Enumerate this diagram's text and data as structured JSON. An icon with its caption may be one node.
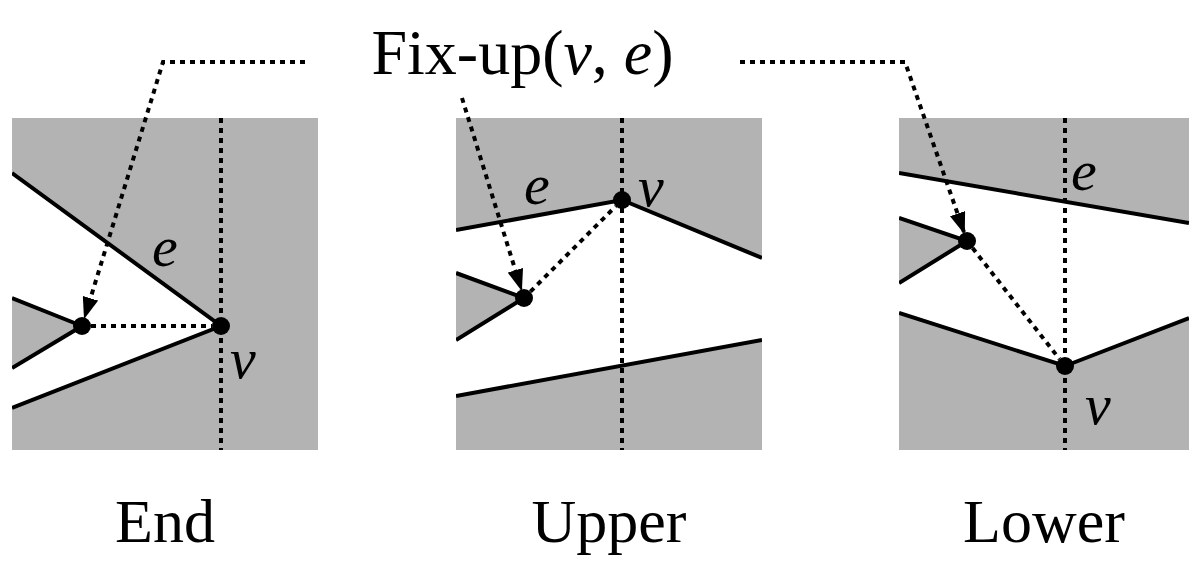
{
  "diagram": {
    "nodes": [
      {
        "text": [
          "Fix-up(*v*, *e*)"
        ]
      },
      {
        "text": [
          "e",
          "v"
        ],
        "beside": [
          "End"
        ]
      },
      {
        "text": [],
        "shape": "circle",
        "in": 1
      },
      {
        "text": [],
        "shape": "circle",
        "in": 1
      },
      {
        "text": [
          "e",
          "v"
        ],
        "beside": [
          "Upper"
        ]
      },
      {
        "text": [],
        "shape": "circle",
        "in": 4
      },
      {
        "text": [],
        "shape": "circle",
        "in": 4
      },
      {
        "text": [
          "e",
          "v"
        ],
        "beside": [
          "Lower"
        ]
      },
      {
        "text": [],
        "shape": "circle",
        "in": 7
      },
      {
        "text": [],
        "shape": "circle",
        "in": 7
      }
    ],
    "edges": [
      {
        "from": 0,
        "to": 2,
        "arrow": "to",
        "style": "dashed"
      },
      {
        "from": 2,
        "to": 3,
        "arrow": "none",
        "style": "dashed"
      },
      {
        "from": 0,
        "to": 5,
        "arrow": "to",
        "style": "dashed"
      },
      {
        "from": 5,
        "to": 6,
        "arrow": "none",
        "style": "dashed"
      },
      {
        "from": 0,
        "to": 8,
        "arrow": "to",
        "style": "dashed"
      },
      {
        "from": 8,
        "to": 9,
        "arrow": "none",
        "style": "dashed"
      }
    ]
  }
}
